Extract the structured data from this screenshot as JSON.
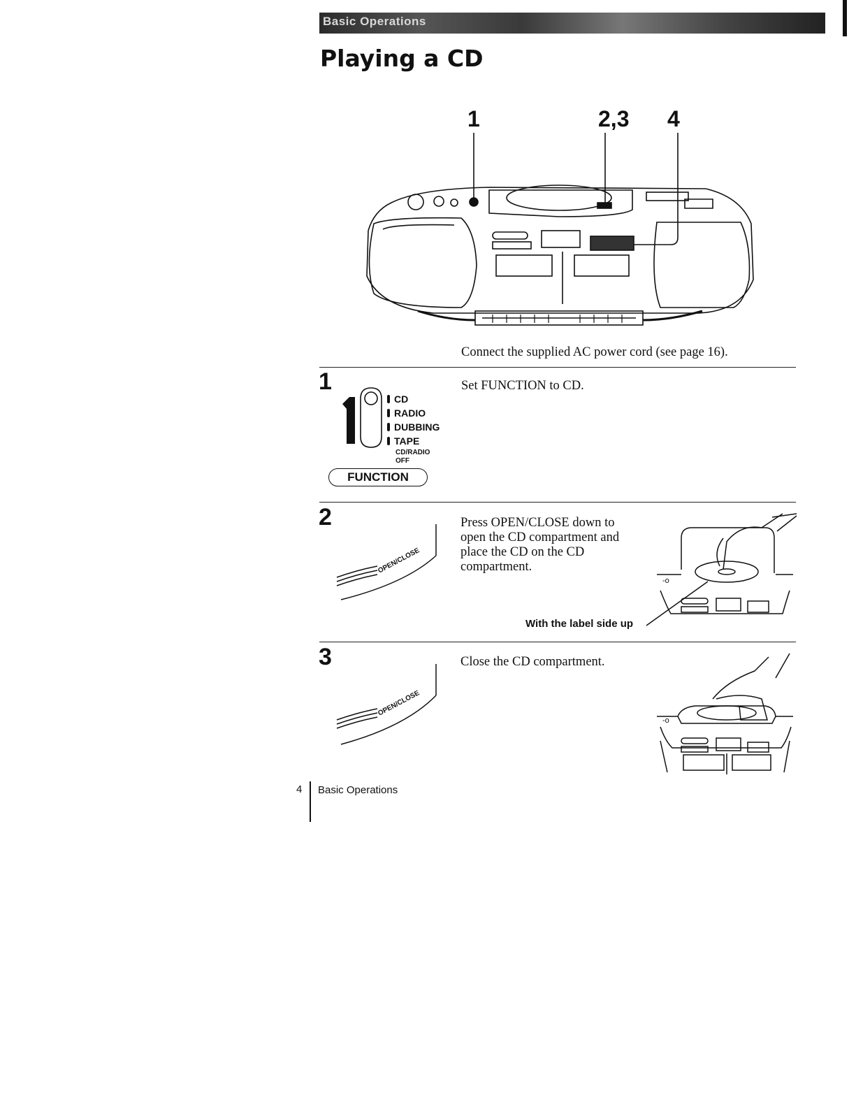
{
  "header": {
    "section": "Basic Operations",
    "title": "Playing a CD"
  },
  "callouts": [
    "1",
    "2,3",
    "4"
  ],
  "intro": "Connect the supplied AC power cord (see page 16).",
  "steps": [
    {
      "number": "1",
      "text": "Set FUNCTION to CD."
    },
    {
      "number": "2",
      "text": [
        "Press OPEN/CLOSE down to",
        "open the CD compartment and",
        "place the CD on the CD",
        "compartment."
      ]
    },
    {
      "number": "3",
      "text": "Close the CD compartment."
    }
  ],
  "function_switch": {
    "options": [
      "CD",
      "RADIO",
      "DUBBING",
      "TAPE"
    ],
    "sub_options": [
      "CD/RADIO",
      "OFF"
    ],
    "label": "FUNCTION"
  },
  "open_close_label": "OPEN/CLOSE",
  "caption": "With the label side up",
  "footer": {
    "page": "4",
    "section": "Basic Operations"
  }
}
